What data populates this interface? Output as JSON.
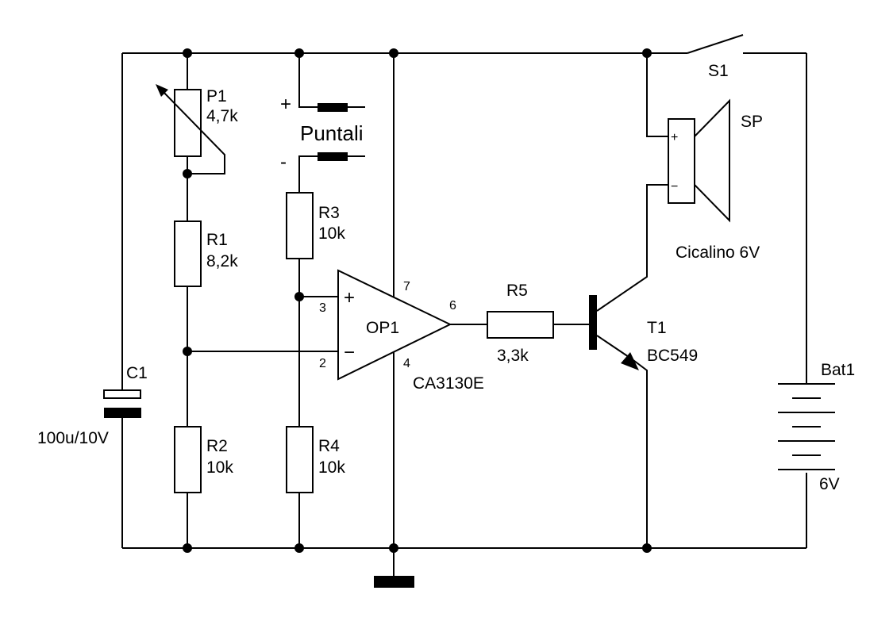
{
  "components": {
    "p1": {
      "ref": "P1",
      "value": "4,7k"
    },
    "r1": {
      "ref": "R1",
      "value": "8,2k"
    },
    "r2": {
      "ref": "R2",
      "value": "10k"
    },
    "r3": {
      "ref": "R3",
      "value": "10k"
    },
    "r4": {
      "ref": "R4",
      "value": "10k"
    },
    "r5": {
      "ref": "R5",
      "value": "3,3k"
    },
    "c1": {
      "ref": "C1",
      "value": "100u/10V"
    },
    "op1": {
      "ref": "OP1",
      "value": "CA3130E",
      "pin_plus": "+",
      "pin_minus": "−",
      "pin3": "3",
      "pin2": "2",
      "pin7": "7",
      "pin4": "4",
      "pin6": "6"
    },
    "t1": {
      "ref": "T1",
      "value": "BC549"
    },
    "sp": {
      "ref": "SP",
      "value": "Cicalino 6V",
      "plus": "+",
      "minus": "−"
    },
    "s1": {
      "ref": "S1"
    },
    "bat1": {
      "ref": "Bat1",
      "value": "6V"
    }
  },
  "probes": {
    "label": "Puntali",
    "plus": "+",
    "minus": "-"
  }
}
